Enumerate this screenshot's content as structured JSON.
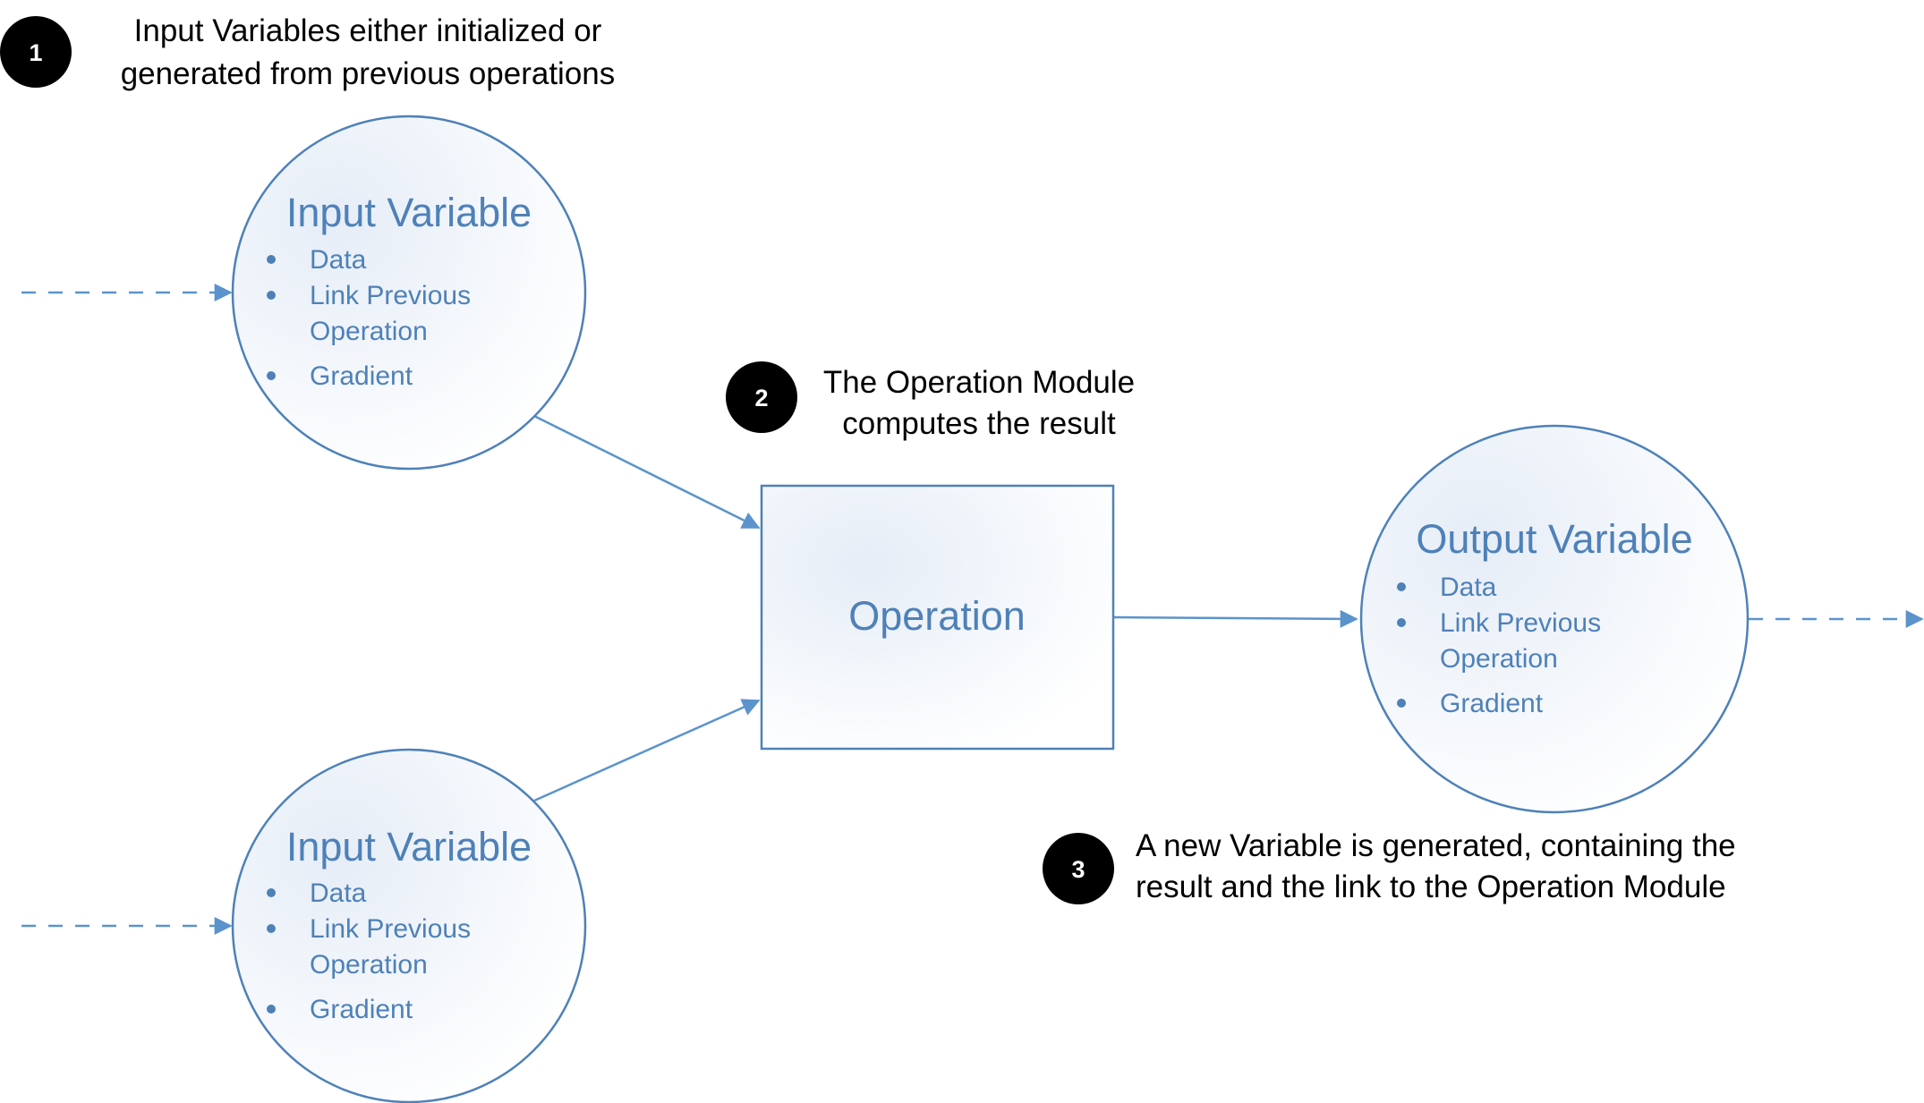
{
  "colors": {
    "node_stroke": "#4e81b8",
    "node_text": "#4e81b8",
    "edge": "#5b93cc",
    "step_badge": "#000000",
    "callout_text": "#000000"
  },
  "input_variable_1": {
    "title": "Input Variable",
    "items": [
      "Data",
      "Link Previous",
      "Operation",
      "Gradient"
    ]
  },
  "input_variable_2": {
    "title": "Input Variable",
    "items": [
      "Data",
      "Link Previous",
      "Operation",
      "Gradient"
    ]
  },
  "operation": {
    "title": "Operation"
  },
  "output_variable": {
    "title": "Output Variable",
    "items": [
      "Data",
      "Link Previous",
      "Operation",
      "Gradient"
    ]
  },
  "steps": [
    {
      "number": "1",
      "lines": [
        "Input Variables either initialized or",
        "generated from previous operations"
      ]
    },
    {
      "number": "2",
      "lines": [
        "The Operation Module",
        "computes the result"
      ]
    },
    {
      "number": "3",
      "lines": [
        "A new Variable is generated, containing the",
        "result and the link to the Operation Module"
      ]
    }
  ]
}
